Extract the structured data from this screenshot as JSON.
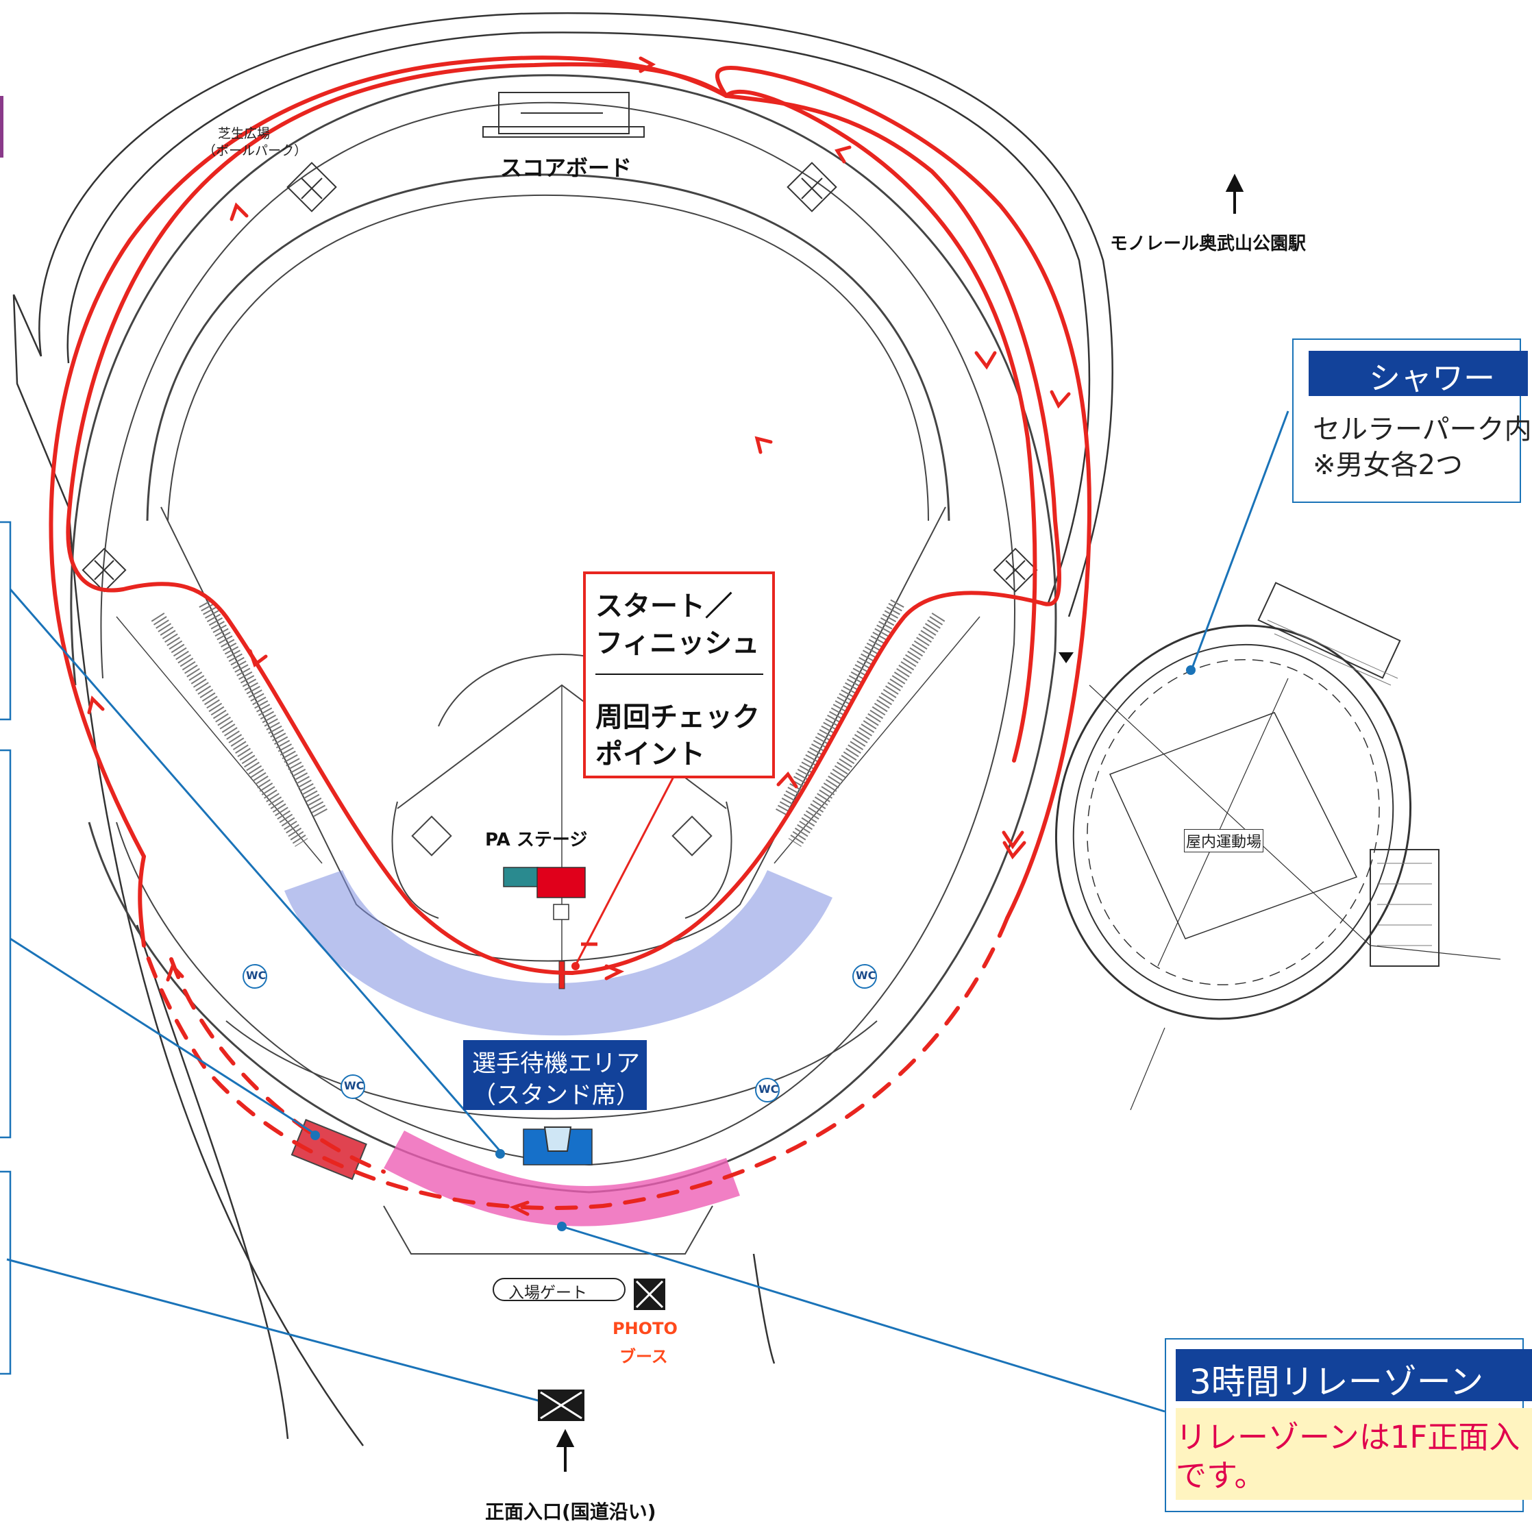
{
  "labels": {
    "lawn": "芝生広場",
    "lawn_sub": "（ボールパーク）",
    "scoreboard": "スコアボード",
    "monorail_station": "モノレール奥武山公園駅",
    "pa_stage": "PA  ステージ",
    "indoor_gym": "屋内運動場",
    "entrance_gate": "入場ゲート",
    "photo_booth_1": "PHOTO",
    "photo_booth_2": "ブース",
    "front_entrance": "正面入口(国道沿い)",
    "wc": "WC"
  },
  "start_box": {
    "line1": "スタート／",
    "line2": "フィニッシュ",
    "line3": "周回チェック",
    "line4": "ポイント"
  },
  "waiting_area": {
    "line1": "選手待機エリア",
    "line2": "（スタンド席）"
  },
  "shower_callout": {
    "title": "シャワー",
    "line1": "セルラーパーク内",
    "line2": "※男女各2つ"
  },
  "relay_callout": {
    "title": "3時間リレーゾーン",
    "line1": "リレーゾーンは1F正面入",
    "line2": "です。"
  },
  "colors": {
    "course_red": "#e8251f",
    "callout_blue": "#1a73b8",
    "header_navy": "#12429a",
    "stand_blue": "#7f8fe0",
    "relay_pink": "#ee5fb5",
    "note_yellow": "#fff4c0",
    "note_red_text": "#e0004d",
    "photo_orange": "#ff4a1c"
  }
}
